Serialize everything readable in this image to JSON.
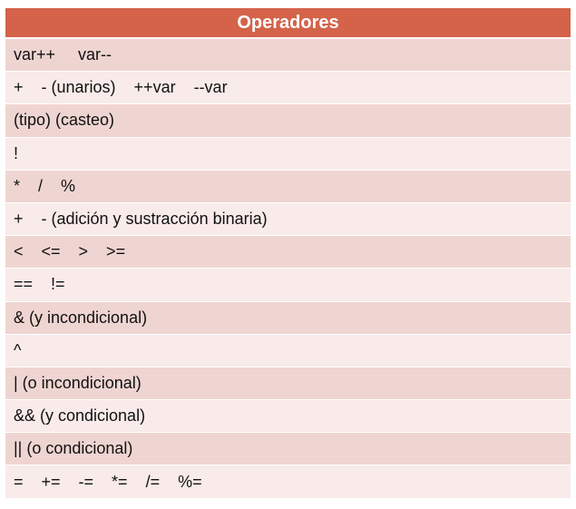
{
  "table": {
    "header": "Operadores",
    "rows": [
      "var++     var--",
      "+    - (unarios)    ++var    --var",
      "(tipo) (casteo)",
      "!",
      "*    /    %",
      "+    - (adición y sustracción binaria)",
      "<    <=    >    >=",
      "==    !=",
      "& (y incondicional)",
      "^",
      "| (o incondicional)",
      "&& (y condicional)",
      "|| (o condicional)",
      "=    +=    -=    *=    /=    %="
    ]
  },
  "colors": {
    "header_bg": "#d4634a",
    "row_dark": "#efd5d1",
    "row_light": "#f8ebe9"
  }
}
